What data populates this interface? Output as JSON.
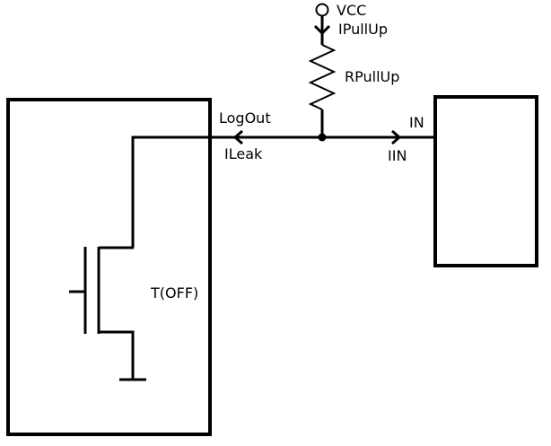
{
  "diagram": {
    "type": "circuit-schematic",
    "labels": {
      "supply": "VCC",
      "pullup_current": "IPullUp",
      "pullup_resistor": "RPullUp",
      "output_pin": "LogOut",
      "leak_current": "ILeak",
      "input_pin": "IN",
      "input_current": "IIN",
      "transistor": "T(OFF)"
    },
    "components": [
      {
        "id": "vcc",
        "kind": "supply-terminal",
        "label": "VCC"
      },
      {
        "id": "rpullup",
        "kind": "resistor",
        "label": "RPullUp"
      },
      {
        "id": "driver",
        "kind": "block",
        "contains": "transistor T(OFF)",
        "pin": "LogOut"
      },
      {
        "id": "receiver",
        "kind": "block",
        "pin": "IN"
      }
    ],
    "currents": [
      {
        "label": "IPullUp",
        "direction": "down"
      },
      {
        "label": "ILeak",
        "direction": "left"
      },
      {
        "label": "IIN",
        "direction": "right"
      }
    ],
    "colors": {
      "stroke": "#000000",
      "background": "#ffffff"
    }
  }
}
